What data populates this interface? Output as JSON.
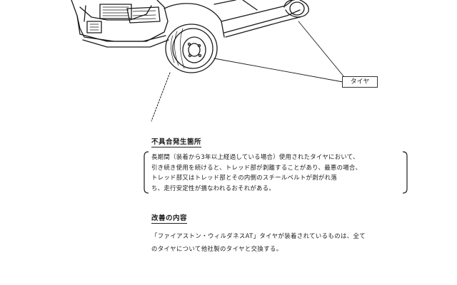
{
  "illustration": {
    "subject": "vehicle-with-tire",
    "callout_label": "タイヤ"
  },
  "defect": {
    "title": "不具合発生箇所",
    "lines": [
      "長期間（装着から3年以上経過している場合）使用されたタイヤにおいて、",
      "引き続き使用を続けると、トレッド部が剥離することがあり、最悪の場合、",
      "トレッド部又はトレッド部とその内側のスチールベルトが剥がれ落",
      "ち、走行安定性が損なわれるおそれがある。"
    ]
  },
  "remedy": {
    "title": "改善の内容",
    "lines": [
      "「ファイアストン・ウィルダネスAT」タイヤが装着されているものは、全て",
      "のタイヤについて他社製のタイヤと交換する。"
    ]
  }
}
